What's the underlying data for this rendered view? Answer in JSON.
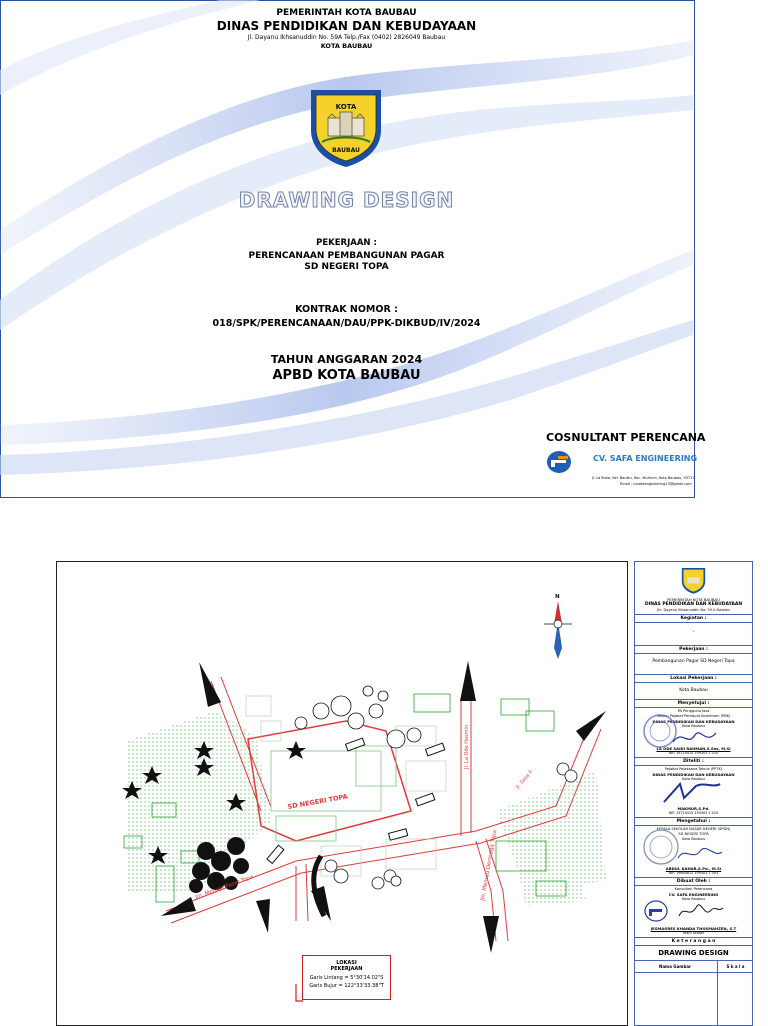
{
  "cover": {
    "gov": "PEMERINTAH KOTA BAUBAU",
    "dinas": "DINAS PENDIDIKAN DAN KEBUDAYAAN",
    "address": "Jl. Dayanu Ikhsanuddin No. 59A Telp./Fax (0402) 2826049 Baubau",
    "city": "KOTA BAUBAU",
    "logo_text_top": "KOTA",
    "logo_text_bottom": "BAUBAU",
    "title": "DRAWING DESIGN",
    "pekerjaan_label": "PEKERJAAN :",
    "pekerjaan_line1": "PERENCANAAN PEMBANGUNAN PAGAR",
    "pekerjaan_line2": "SD NEGERI TOPA",
    "kontrak_label": "KONTRAK NOMOR :",
    "kontrak_value": "018/SPK/PERENCANAAN/DAU/PPK-DIKBUD/IV/2024",
    "tahun": "TAHUN ANGGARAN 2024",
    "apbd": "APBD KOTA BAUBAU",
    "consultant_heading": "COSNULTANT PERENCANA",
    "consultant_name": "CV. SAFA ENGINEERING",
    "consultant_address": "Jl. La Buke, Kel. Bauiku, Kec. Murhum, Kota Baubau, 93717",
    "consultant_email": "Email : cvsafaengineering13@gmail.com"
  },
  "map": {
    "north": "N",
    "school_label": "SD NEGERI TOPA",
    "road_1": "Jln. Menuju Pasar Topa",
    "road_2": "Jln. Menuju Dermaga Topa",
    "road_3": "Jl. La Ode Hasmin",
    "road_4": "Jl. Sasa II",
    "loc_title1": "LOKASI",
    "loc_title2": "PEKERJAAN",
    "lintang": "Garis Lintang  = 5°30'14.02\"S",
    "bujur": "Garis Bujur   = 122°33'33.38\"T"
  },
  "titleblock": {
    "gov": "PEMERINTAH KOTA BAUBAU",
    "dinas": "DINAS PENDIDIKAN DAN KEBUDAYAAN",
    "addr": "Jln. Dayanu Ikhsanuddin No. 59 A Baubau",
    "kegiatan_label": "Kegiatan :",
    "kegiatan_value": "-",
    "pekerjaan_label": "Pekerjaan :",
    "pekerjaan_value": "Pembangunan Pagar SD Negeri Topa",
    "lokasi_label": "Lokasi Pekerjaan :",
    "lokasi_value": "Kota Baubau",
    "menyetujui_label": "Menyetujui :",
    "menyetujui_r1": "PA Pengguna Jasa",
    "menyetujui_r2": "Selaku Pejabat Pembuat Komitmen (PBK)",
    "menyetujui_r3": "DINAS PENDIDIKAN DAN KEBUDAYAAN",
    "menyetujui_r4": "Kota Baubau",
    "menyetujui_name": "LA ODE SAIDI RAHMAN,S.Sos, M.Si",
    "menyetujui_nip": "NIP. 19710415 199303 1 010",
    "diteliti_label": "Diteliti :",
    "diteliti_r1": "Pejabat Pelaksana Teknis (PPTK)",
    "diteliti_r2": "DINAS PENDIDIKAN DAN KEBUDAYAAN",
    "diteliti_r3": "Kota Baubau",
    "diteliti_name": "MAKMUR,S.Pd.",
    "diteliti_nip": "NIP. 19710415 199303 1 010",
    "mengetahui_label": "Mengetahui :",
    "mengetahui_r1": "KEPALA SEKOLAH DASAR NEGERI (SPDN)",
    "mengetahui_r2": "SD NEGERI TOPA",
    "mengetahui_r3": "Kota Baubau",
    "mengetahui_name": "ABDUL KAHAR,S.Pd., M.Si",
    "mengetahui_nip": "NIP. 19680812 199303 1 003",
    "dibuat_label": "Dibuat Oleh :",
    "dibuat_r1": "Konsultan Perencana",
    "dibuat_r2": "CV. SAFA ENGINEERING",
    "dibuat_r3": "Kota Baubau",
    "dibuat_name": "JESMAGRES KHANDA THOSMAHZEN, S.T",
    "dibuat_nip": "Team Leader",
    "keterangan_label": "K e t e r a n g a n",
    "keterangan_value": "DRAWING DESIGN",
    "nama_gambar": "Nama Gambar",
    "skala": "S k a l a"
  }
}
